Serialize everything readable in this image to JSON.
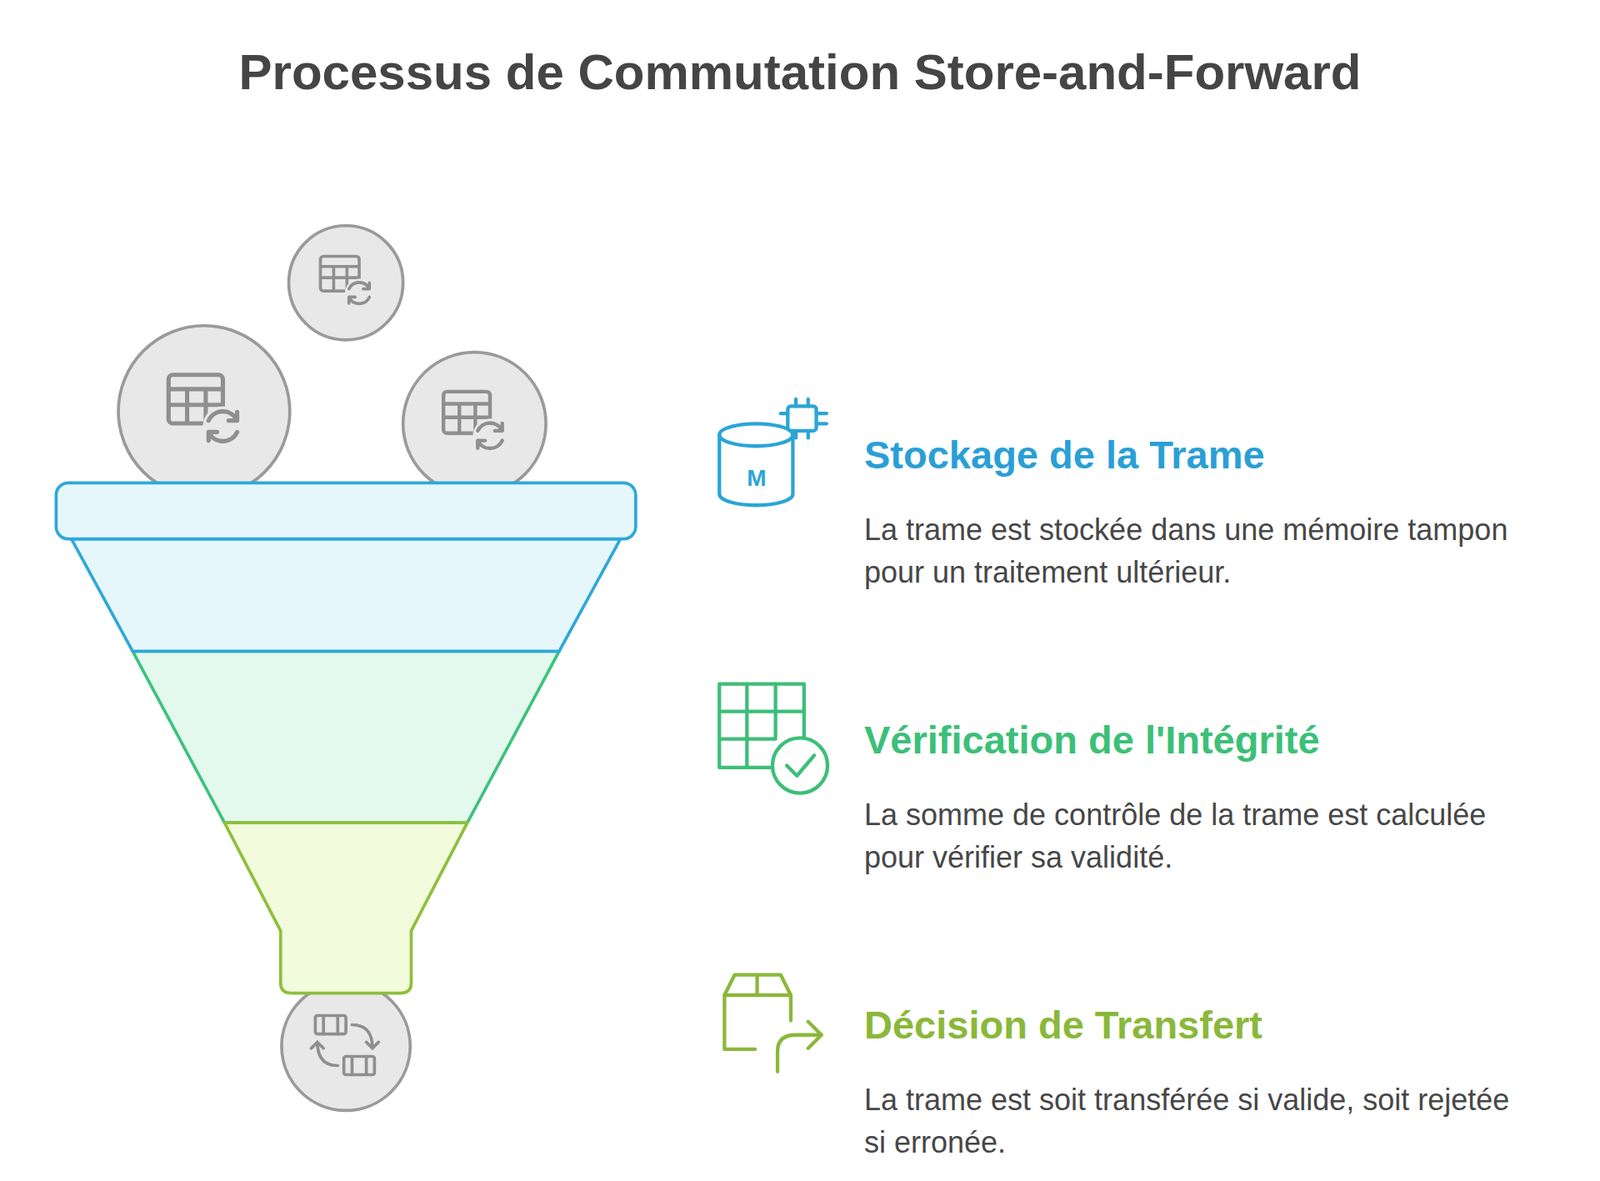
{
  "diagram": {
    "title": "Processus de Commutation Store-and-Forward",
    "nodes": [
      {
        "text": [
          "Stockage de la Trame",
          "La trame est stockée dans une mémoire tampon pour un traitement ultérieur."
        ]
      },
      {
        "text": [
          "Vérification de l'Intégrité",
          "La somme de contrôle de la trame est calculée pour vérifier sa validité."
        ]
      },
      {
        "text": [
          "Décision de Transfert",
          "La trame est soit transférée si valide, soit rejetée si erronée."
        ]
      }
    ],
    "labels": [
      "M"
    ]
  }
}
